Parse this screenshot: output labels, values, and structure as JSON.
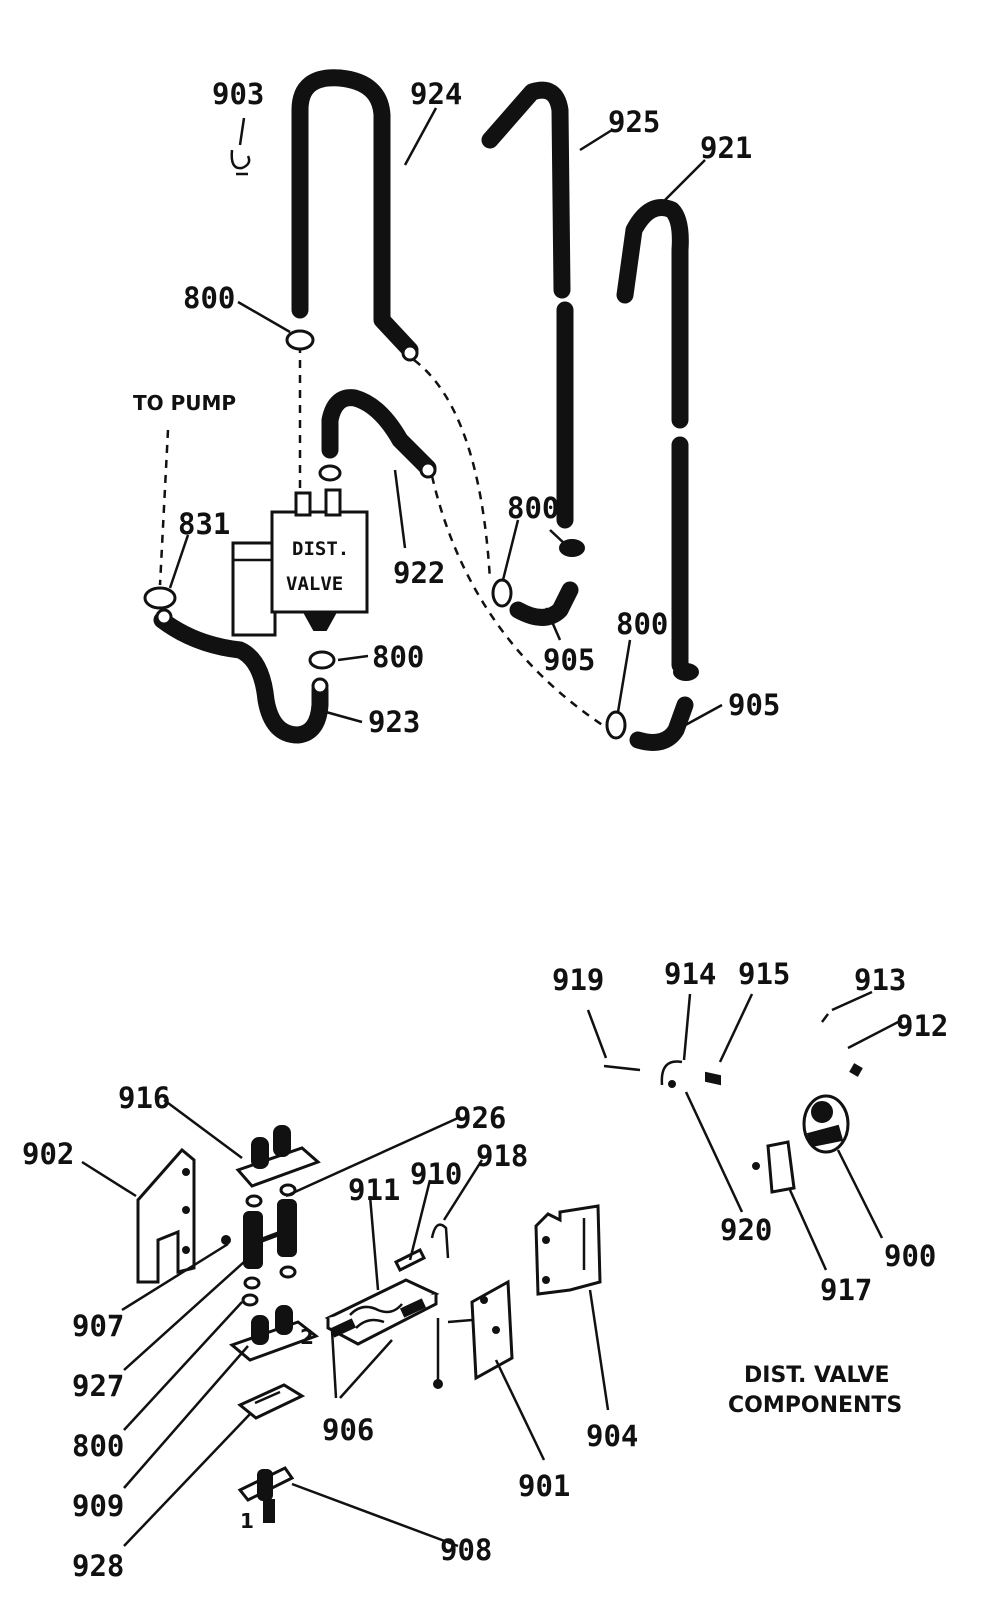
{
  "hose_diagram": {
    "to_pump_label": "TO PUMP",
    "valve_label_line1": "DIST.",
    "valve_label_line2": "VALVE",
    "callouts": {
      "c903": "903",
      "c924": "924",
      "c925": "925",
      "c921": "921",
      "c800_a": "800",
      "c831": "831",
      "c922": "922",
      "c800_b": "800",
      "c800_c": "800",
      "c905_a": "905",
      "c800_d": "800",
      "c905_b": "905",
      "c923": "923"
    }
  },
  "components_diagram": {
    "caption_line1": "DIST. VALVE",
    "caption_line2": "COMPONENTS",
    "callouts": {
      "c919": "919",
      "c914": "914",
      "c915": "915",
      "c913": "913",
      "c912": "912",
      "c916": "916",
      "c926": "926",
      "c902": "902",
      "c910": "910",
      "c918": "918",
      "c911": "911",
      "c920": "920",
      "c900": "900",
      "c917": "917",
      "c907": "907",
      "c927": "927",
      "c800": "800",
      "c906": "906",
      "c904": "904",
      "c901": "901",
      "c909": "909",
      "c928": "928",
      "c908": "908"
    },
    "part_marks": {
      "mark_2": "2",
      "mark_1": "1"
    }
  }
}
